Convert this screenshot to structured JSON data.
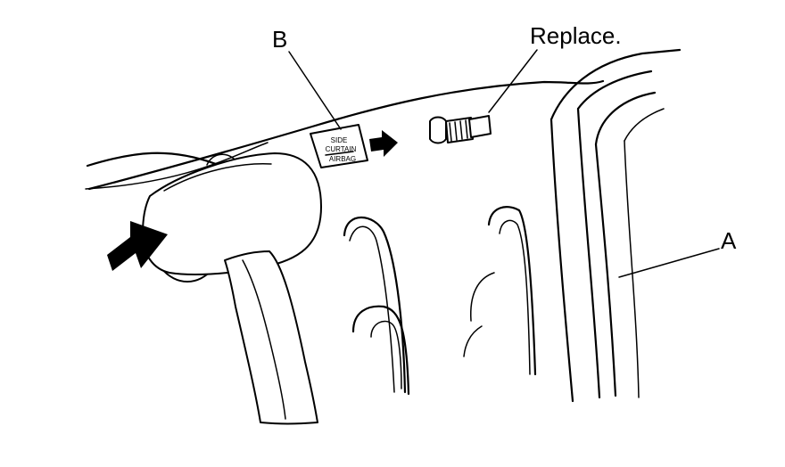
{
  "diagram": {
    "callouts": {
      "a": "A",
      "b": "B",
      "replace": "Replace."
    },
    "label_lines": {
      "line1": "SIDE",
      "line2": "CURTAIN",
      "line3": "AIRBAG"
    }
  },
  "colors": {
    "ink": "#000000",
    "paper": "#ffffff"
  }
}
